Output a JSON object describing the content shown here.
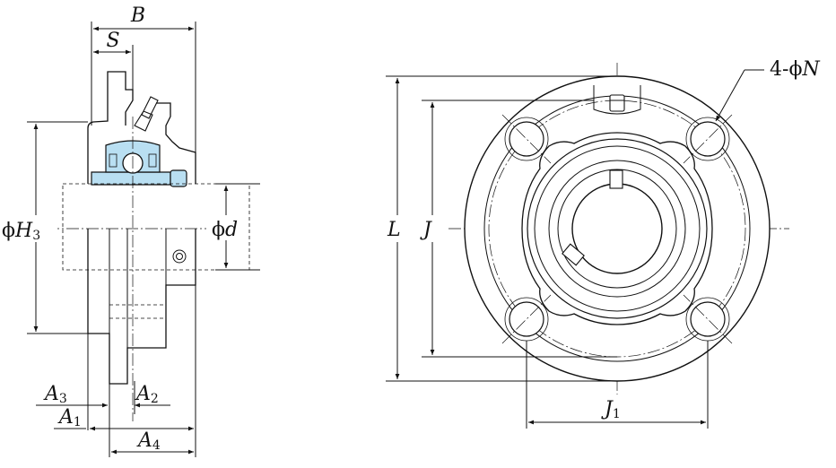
{
  "side_view": {
    "dims": {
      "B": "B",
      "S": "S",
      "H3": {
        "prefix": "ϕ",
        "sym": "H",
        "sub": "3"
      },
      "d": {
        "prefix": "ϕ",
        "sym": "d"
      },
      "A3": {
        "sym": "A",
        "sub": "3"
      },
      "A2": {
        "sym": "A",
        "sub": "2"
      },
      "A1": {
        "sym": "A",
        "sub": "1"
      },
      "A4": {
        "sym": "A",
        "sub": "4"
      }
    },
    "colors": {
      "bearing_fill": "#b9dff2",
      "housing_fill": "#ffffff",
      "line": "#111111"
    }
  },
  "front_view": {
    "dims": {
      "L": "L",
      "J": "J",
      "J1": {
        "sym": "J",
        "sub": "1"
      },
      "N": {
        "count": "4-",
        "prefix": "ϕ",
        "sym": "N"
      }
    },
    "bolt_holes": 4
  }
}
